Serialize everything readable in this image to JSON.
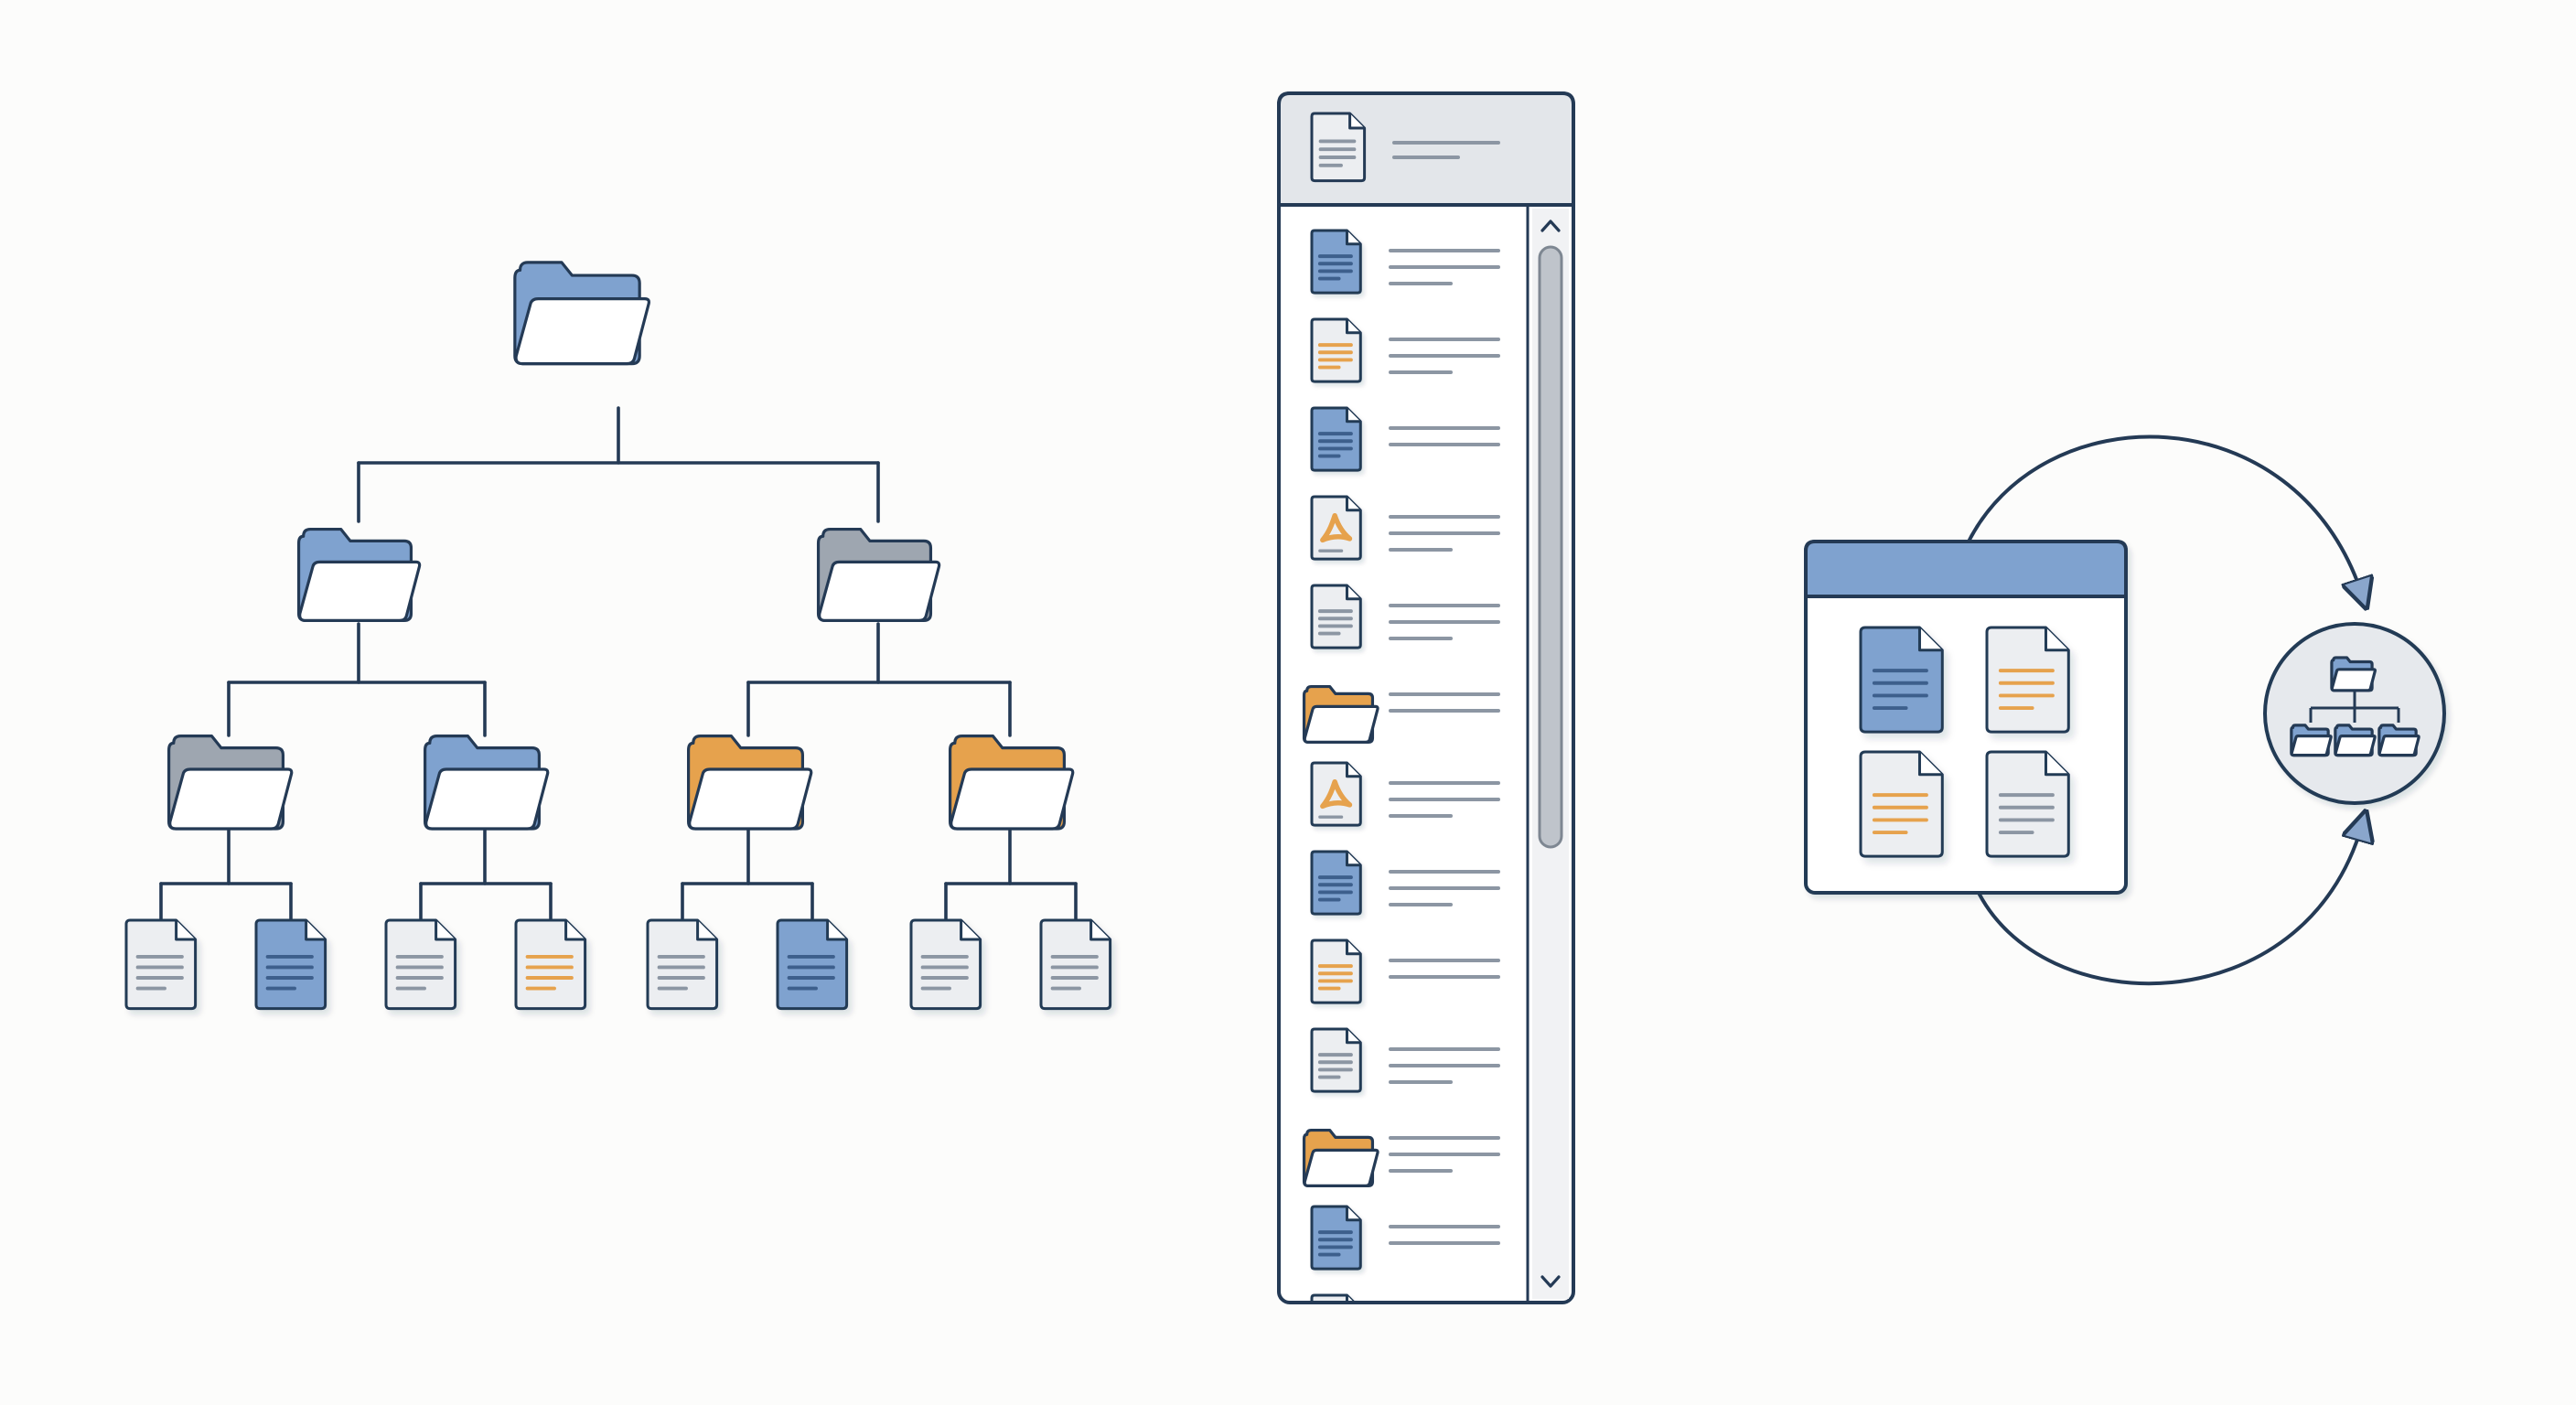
{
  "palette": {
    "outline": "#243a55",
    "blue": "#7fa2cf",
    "blue_dark": "#5f86b8",
    "orange": "#e6a24d",
    "gray_folder": "#9ea6b0",
    "paper": "#eceef1",
    "line_gray": "#8c96a3",
    "header_gray": "#e3e6ea",
    "background": "#fcfcfb"
  },
  "tree": {
    "root": {
      "icon": "folder-icon",
      "color": "blue"
    },
    "level1": [
      {
        "icon": "folder-icon",
        "color": "blue"
      },
      {
        "icon": "folder-icon",
        "color": "gray"
      }
    ],
    "level2": [
      {
        "icon": "folder-icon",
        "color": "gray",
        "parent": 0
      },
      {
        "icon": "folder-icon",
        "color": "blue",
        "parent": 0
      },
      {
        "icon": "folder-icon",
        "color": "orange",
        "parent": 1
      },
      {
        "icon": "folder-icon",
        "color": "orange",
        "parent": 1
      }
    ],
    "files": [
      {
        "icon": "document-icon",
        "color": "gray",
        "parent": 0
      },
      {
        "icon": "document-icon",
        "color": "blue",
        "parent": 0
      },
      {
        "icon": "document-icon",
        "color": "gray",
        "parent": 1
      },
      {
        "icon": "document-icon",
        "color": "orange",
        "parent": 1
      },
      {
        "icon": "document-icon",
        "color": "gray",
        "parent": 2
      },
      {
        "icon": "document-icon",
        "color": "blue",
        "parent": 2
      },
      {
        "icon": "document-icon",
        "color": "gray",
        "parent": 3
      },
      {
        "icon": "document-icon",
        "color": "gray",
        "parent": 3
      }
    ]
  },
  "file_list": {
    "header_icon": "document-icon",
    "items": [
      {
        "icon": "document-icon",
        "color": "blue"
      },
      {
        "icon": "document-icon",
        "color": "orange"
      },
      {
        "icon": "document-icon",
        "color": "blue"
      },
      {
        "icon": "pdf-icon",
        "color": "orange"
      },
      {
        "icon": "document-icon",
        "color": "gray"
      },
      {
        "icon": "folder-icon",
        "color": "orange"
      },
      {
        "icon": "pdf-icon",
        "color": "orange"
      },
      {
        "icon": "document-icon",
        "color": "blue"
      },
      {
        "icon": "document-icon",
        "color": "orange"
      },
      {
        "icon": "document-icon",
        "color": "gray"
      },
      {
        "icon": "folder-icon",
        "color": "orange"
      },
      {
        "icon": "document-icon",
        "color": "blue"
      },
      {
        "icon": "document-icon",
        "color": "gray"
      }
    ],
    "scroll_up_icon": "chevron-up-icon",
    "scroll_down_icon": "chevron-down-icon"
  },
  "grid_view": {
    "tiles": [
      {
        "icon": "document-icon",
        "color": "blue"
      },
      {
        "icon": "document-icon",
        "color": "orange"
      },
      {
        "icon": "document-icon",
        "color": "orange"
      },
      {
        "icon": "document-icon",
        "color": "gray"
      }
    ],
    "cycle_icon": "folder-tree-icon"
  }
}
